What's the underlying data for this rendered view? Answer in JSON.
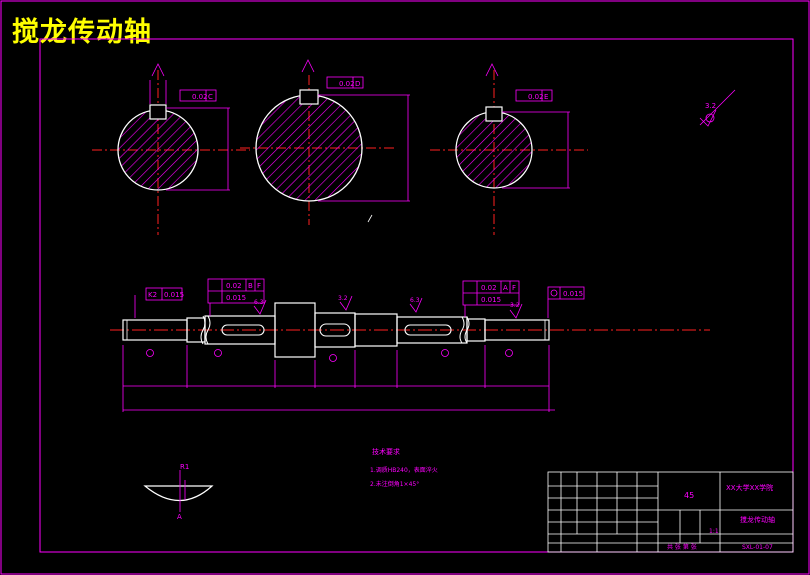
{
  "drawing": {
    "title": "搅龙传动轴",
    "colors": {
      "background": "#000000",
      "frame": "#ff00ff",
      "centerline": "#ff2020",
      "dimension": "#ff00ff",
      "title_text": "#ffff00",
      "hatch": "#ff00ff"
    }
  },
  "sections": {
    "left": {
      "tolerance": "0.02",
      "datum": "C"
    },
    "middle": {
      "tolerance": "0.02",
      "datum": "D"
    },
    "right": {
      "tolerance": "0.02",
      "datum": "E"
    }
  },
  "roughness_note": "3.2",
  "main_view": {
    "left_callout": {
      "symbol": "K2",
      "value": "0.015"
    },
    "callout_1": {
      "row1": "0.02",
      "row1_datum_a": "B",
      "row1_datum_b": "F",
      "row2": "0.015"
    },
    "callout_2": {
      "row1": "0.02",
      "row1_datum_a": "A",
      "row1_datum_b": "F",
      "row2": "0.015"
    },
    "right_callout": {
      "value": "0.015"
    },
    "roughness_marks": [
      "6.3",
      "3.2",
      "6.3",
      "3.2"
    ]
  },
  "detail_view": {
    "label_top": "R1",
    "label_bottom": "A"
  },
  "notes": {
    "heading": "技术要求",
    "line1": "1.调质HB240，表面淬火",
    "line2": "2.未注倒角1×45°"
  },
  "title_block": {
    "material": "45",
    "school": "XX大学XX学院",
    "part_name": "搅龙传动轴",
    "drawing_no": "SXL-01-07",
    "scale": "1:1",
    "sheet": "共 张  第 张"
  }
}
